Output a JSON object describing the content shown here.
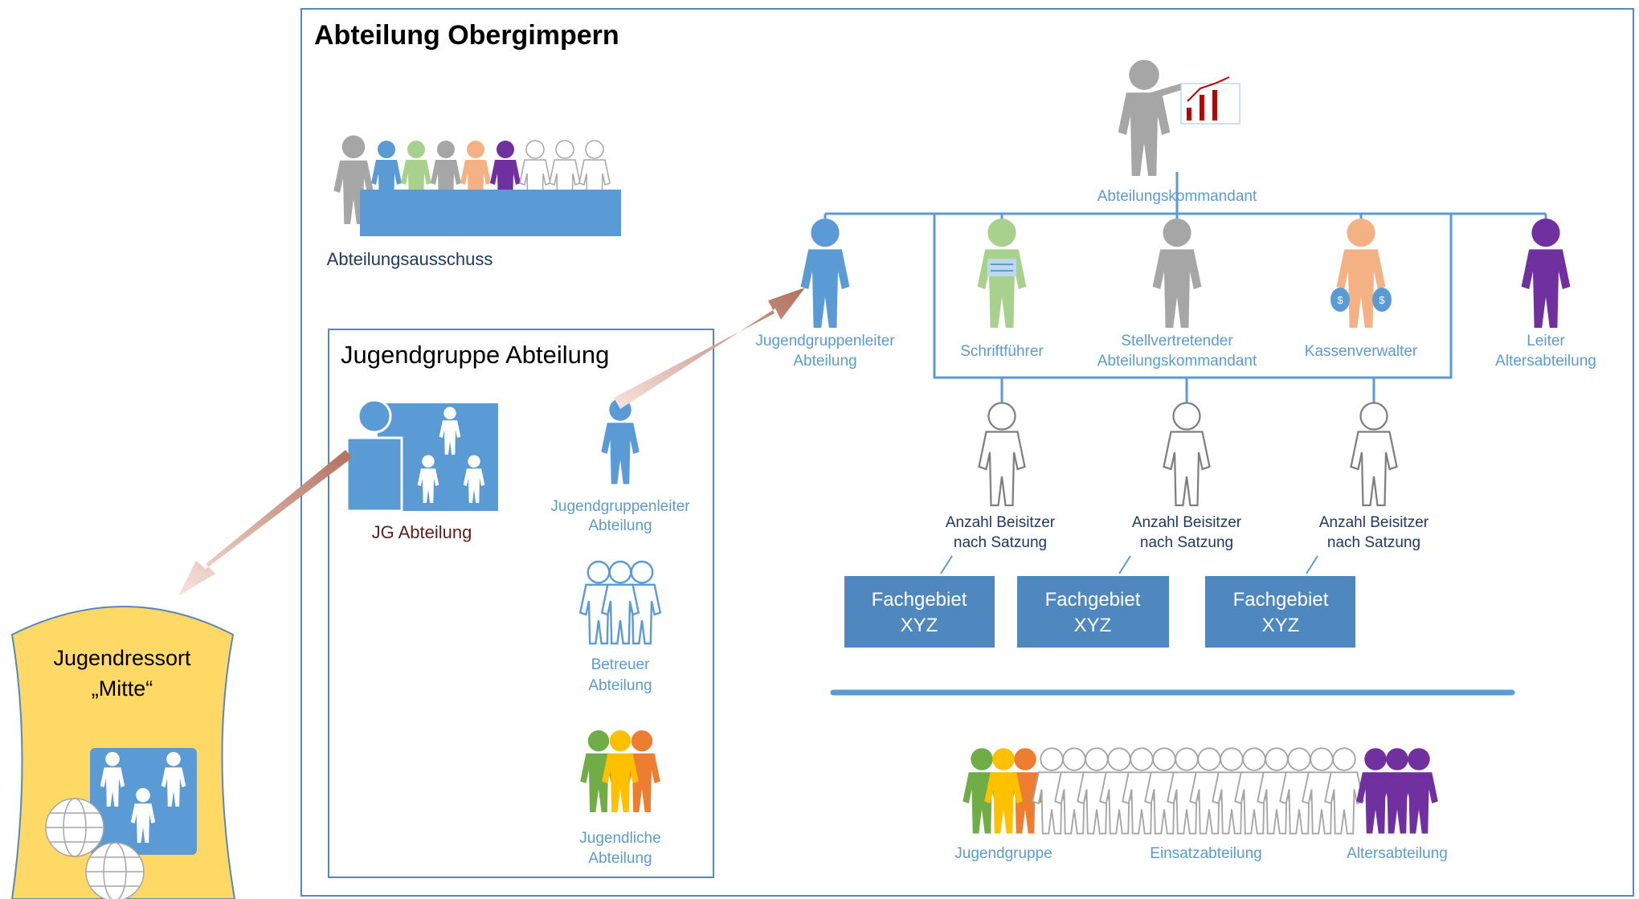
{
  "title": "Abteilung Obergimpern",
  "committee": {
    "label": "Abteilungsausschuss"
  },
  "youth_group": {
    "title": "Jugendgruppe Abteilung",
    "jg_label": "JG Abteilung",
    "leader_line1": "Jugendgruppenleiter",
    "leader_line2": "Abteilung",
    "betreuer_line1": "Betreuer",
    "betreuer_line2": "Abteilung",
    "jugendliche_line1": "Jugendliche",
    "jugendliche_line2": "Abteilung"
  },
  "ressort": {
    "line1": "Jugendressort",
    "line2": "„Mitte“"
  },
  "org": {
    "commander": "Abteilungskommandant",
    "youth_leader_line1": "Jugendgruppenleiter",
    "youth_leader_line2": "Abteilung",
    "secretary": "Schriftführer",
    "deputy_line1": "Stellvertretender",
    "deputy_line2": "Abteilungskommandant",
    "treasurer": "Kassenverwalter",
    "senior_leader_line1": "Leiter",
    "senior_leader_line2": "Altersabteilung"
  },
  "assessors": [
    {
      "line1": "Anzahl Beisitzer",
      "line2": "nach Satzung"
    },
    {
      "line1": "Anzahl Beisitzer",
      "line2": "nach Satzung"
    },
    {
      "line1": "Anzahl Beisitzer",
      "line2": "nach Satzung"
    }
  ],
  "fields": [
    {
      "line1": "Fachgebiet",
      "line2": "XYZ"
    },
    {
      "line1": "Fachgebiet",
      "line2": "XYZ"
    },
    {
      "line1": "Fachgebiet",
      "line2": "XYZ"
    }
  ],
  "groups": {
    "youth": "Jugendgruppe",
    "active": "Einsatzabteilung",
    "senior": "Altersabteilung"
  },
  "colors": {
    "blue": "#5b9bd5",
    "green": "#a9d18e",
    "gray": "#a6a6a6",
    "orange": "#f4b183",
    "purple": "#7030a0",
    "yellow": "#ffd966",
    "box": "#4f88bf"
  }
}
